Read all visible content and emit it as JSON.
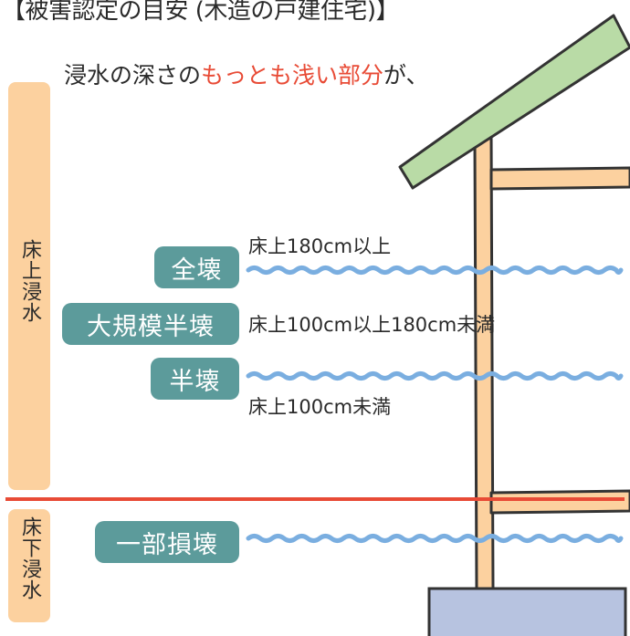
{
  "title": "【被害認定の目安 (木造の戸建住宅)】",
  "subtitle": {
    "prefix": "浸水の深さの",
    "highlight": "もっとも浅い部分",
    "suffix": "が、"
  },
  "side_labels": {
    "above_floor": "床上浸水",
    "below_floor": "床下浸水"
  },
  "damage_levels": [
    {
      "label": "全壊",
      "condition": "床上180cm以上"
    },
    {
      "label": "大規模半壊",
      "condition": "床上100cm以上180cm未満"
    },
    {
      "label": "半壊",
      "condition": "床上100cm未満"
    },
    {
      "label": "一部損壊",
      "condition": ""
    }
  ],
  "colors": {
    "side_bar": "#fcd19f",
    "pill": "#5c9b9b",
    "water_wave": "#7aaee0",
    "floor_line": "#e84b36",
    "roof": "#b9dba6",
    "timber": "#fcd19f",
    "foundation": "#b7c3e0",
    "highlight_text": "#e84b36"
  }
}
